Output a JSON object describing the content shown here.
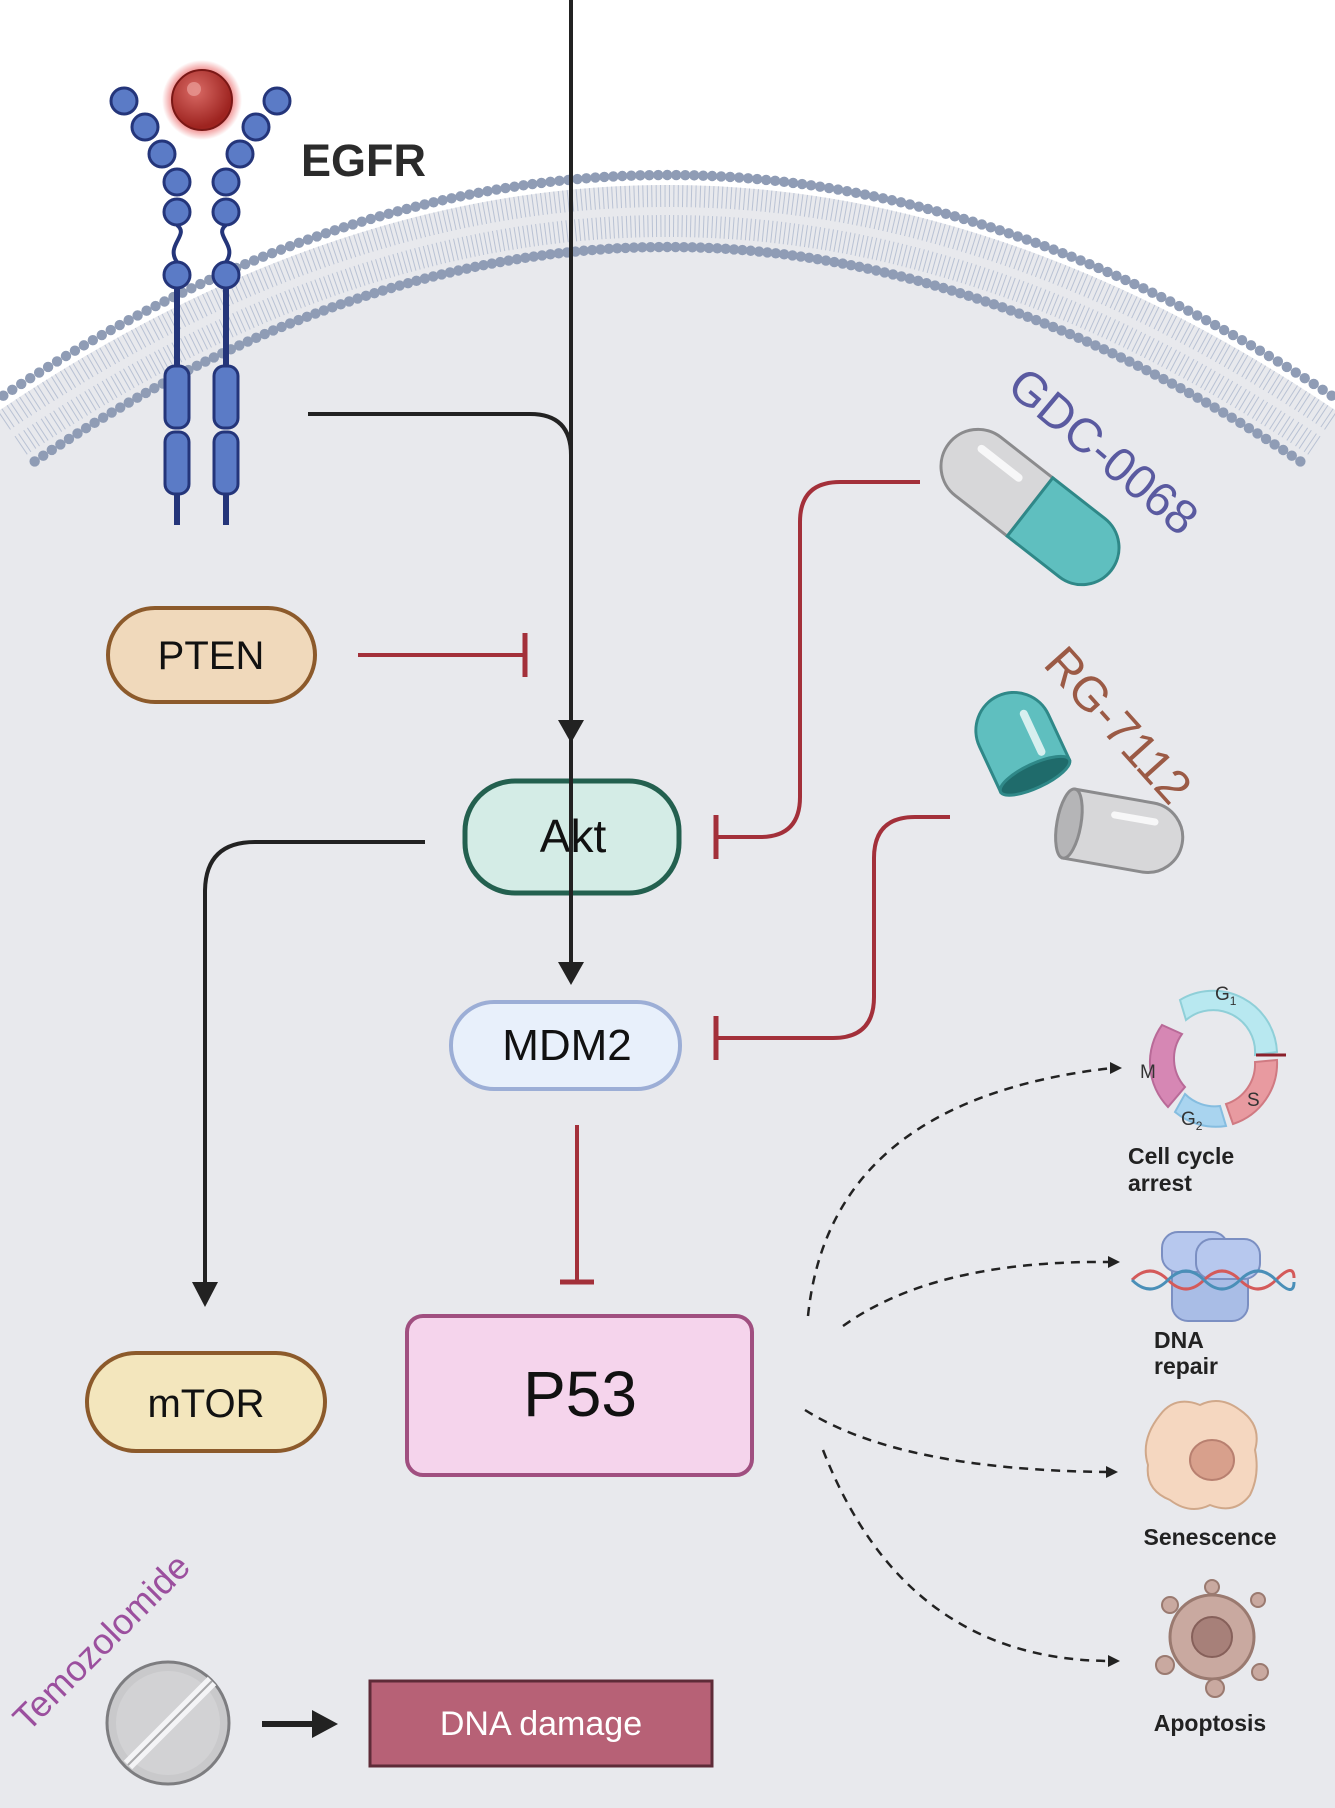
{
  "labels": {
    "receptor": "EGFR",
    "drug_akt_inhibitor": "GDC-0068",
    "drug_mdm2_inhibitor": "RG-7112",
    "drug_alkylating": "Temozolomide",
    "dna_damage": "DNA damage"
  },
  "nodes": {
    "pten": "PTEN",
    "akt": "Akt",
    "mdm2": "MDM2",
    "p53": "P53",
    "mtor": "mTOR"
  },
  "cell_cycle": {
    "g1": "G",
    "g1_sub": "1",
    "s": "S",
    "g2": "G",
    "g2_sub": "2",
    "m": "M"
  },
  "outcomes": {
    "cell_cycle_arrest_line1": "Cell cycle",
    "cell_cycle_arrest_line2": "arrest",
    "dna_repair_line1": "DNA",
    "dna_repair_line2": "repair",
    "senescence": "Senescence",
    "apoptosis": "Apoptosis"
  },
  "colors": {
    "cytoplasm": "#e8e9ed",
    "membrane_head": "#8f9cb5",
    "activation_arrow": "#222222",
    "inhibition": "#a3303a",
    "egfr_blue": "#5b7bc6",
    "ligand_red": "#b5302f",
    "pten_fill": "#f0d9bb",
    "pten_stroke": "#8c5a2b",
    "akt_fill": "#d4ece6",
    "akt_stroke": "#23604f",
    "mdm2_fill": "#e8f0fb",
    "mdm2_stroke": "#9caed6",
    "p53_fill": "#f5d4ec",
    "p53_stroke": "#a04f80",
    "mtor_fill": "#f3e6bd",
    "mtor_stroke": "#8c5a2b",
    "dna_damage_fill": "#b76176",
    "gdc_label": "#5a5aa0",
    "rg_label": "#9b5a45",
    "tmz_label": "#9b4f9e",
    "teal": "#4fb8b8"
  }
}
